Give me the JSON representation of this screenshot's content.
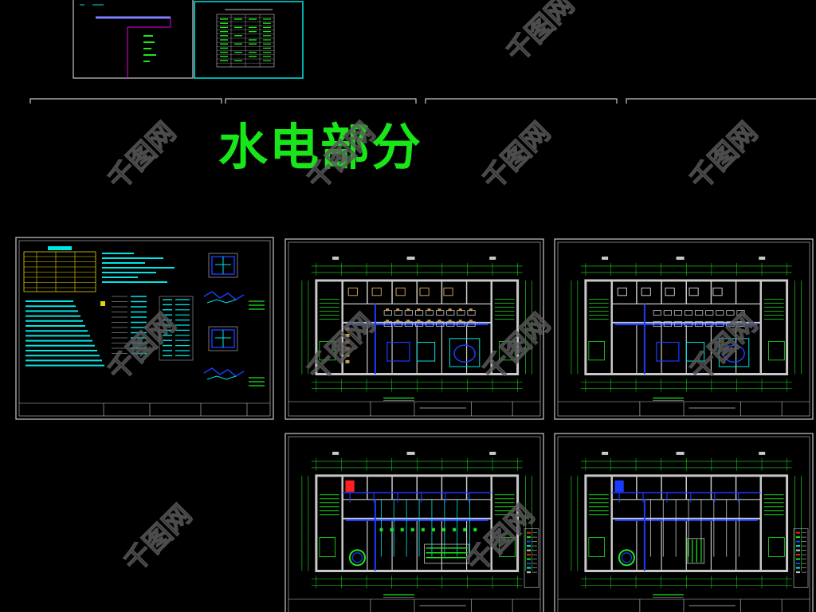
{
  "section_title": "水电部分",
  "watermark_text": "千图网",
  "colors": {
    "background": "#000000",
    "title": "#19e619",
    "frame": "#c8c8c8",
    "cyan": "#00e5e5",
    "blue": "#1a3cff",
    "green": "#1ee61e",
    "yellow": "#e6d300",
    "red": "#ff2020",
    "tan": "#c8a24a",
    "magenta": "#e600e6",
    "watermark": "#5a5a5a"
  },
  "sheets": [
    {
      "id": "cover-index",
      "kind": "index"
    },
    {
      "id": "drawing-list",
      "kind": "table"
    },
    {
      "id": "design-notes",
      "kind": "notes"
    },
    {
      "id": "floor-plan-1",
      "kind": "plan"
    },
    {
      "id": "floor-plan-2",
      "kind": "plan"
    },
    {
      "id": "floor-plan-3",
      "kind": "plan"
    },
    {
      "id": "floor-plan-4",
      "kind": "plan"
    }
  ]
}
